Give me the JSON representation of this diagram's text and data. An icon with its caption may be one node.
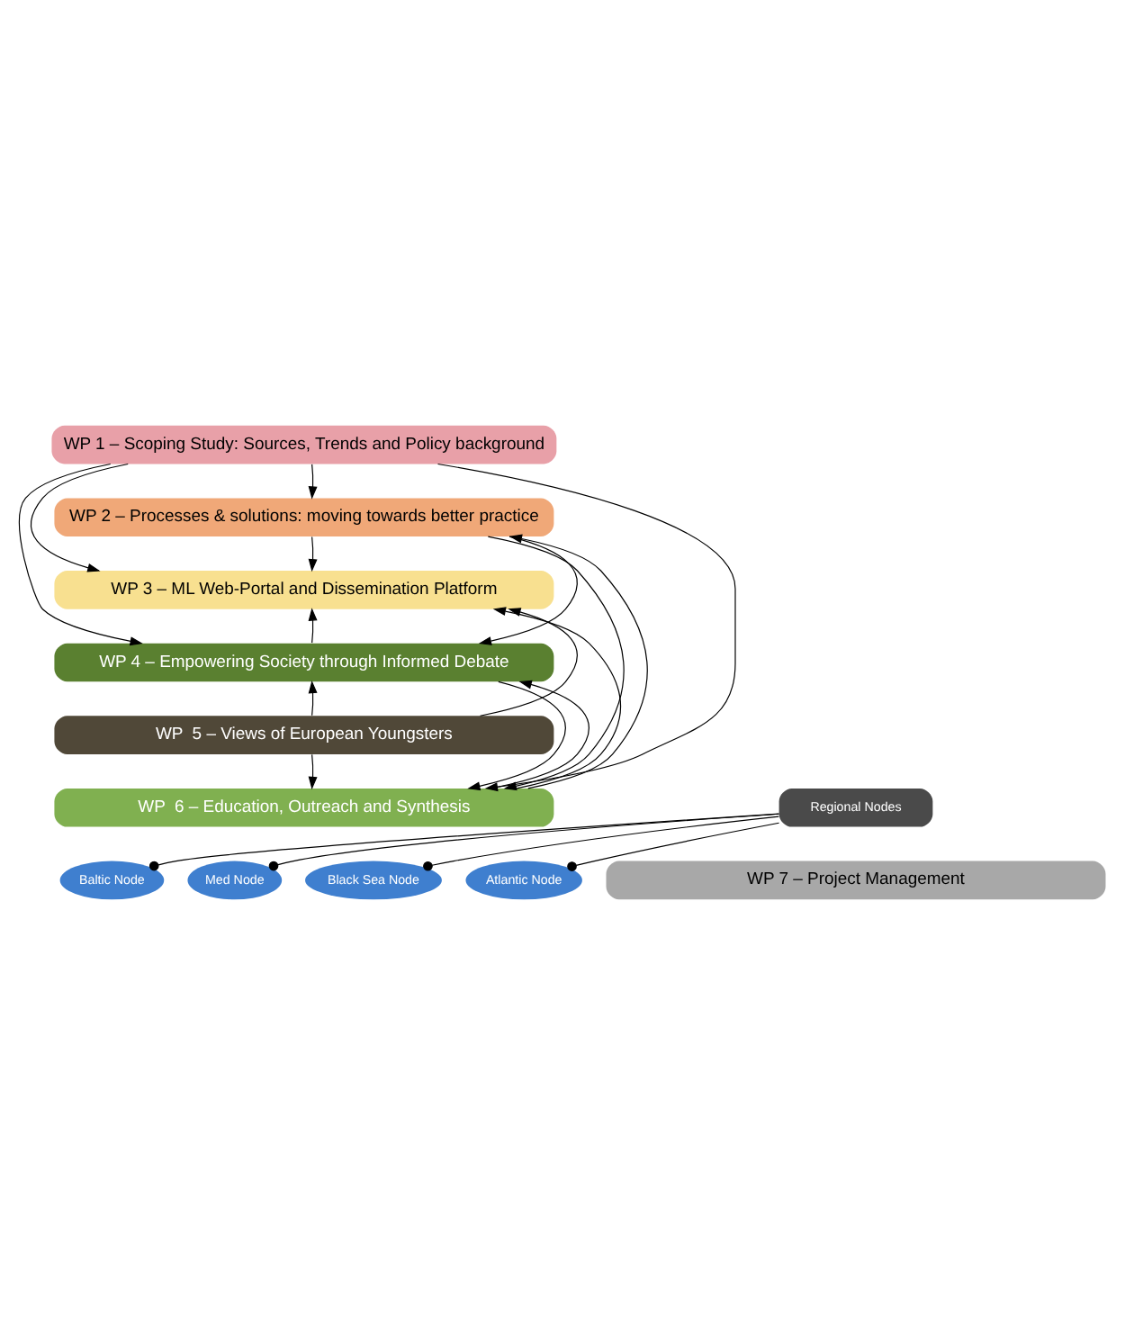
{
  "diagram": {
    "nodes": [
      {
        "text": [
          "WP 1 – Scoping Study: Sources, Trends and Policy background"
        ]
      },
      {
        "text": [
          "WP 2 – Processes & solutions: moving towards better practice"
        ]
      },
      {
        "text": [
          "WP 3 – ML Web-Portal and Dissemination Platform"
        ]
      },
      {
        "text": [
          "WP 4 – Empowering Society through Informed Debate"
        ]
      },
      {
        "text": [
          "WP  5 – Views of European Youngsters"
        ]
      },
      {
        "text": [
          "WP  6 – Education, Outreach and Synthesis"
        ]
      },
      {
        "text": [
          "Atlantic Node"
        ]
      },
      {
        "text": [
          "Baltic Node"
        ]
      },
      {
        "text": [
          "Med Node"
        ]
      },
      {
        "text": [
          "Black Sea Node"
        ]
      },
      {
        "text": [
          "Regional Nodes"
        ]
      },
      {
        "text": [
          "WP 7 – Project Management"
        ]
      }
    ],
    "edges": [
      {
        "from": 0,
        "to": 1,
        "arrow": "to"
      },
      {
        "from": 0,
        "to": 2,
        "arrow": "to"
      },
      {
        "from": 0,
        "to": 3,
        "arrow": "to"
      },
      {
        "from": 0,
        "to": 5,
        "arrow": "to"
      },
      {
        "from": 1,
        "to": 2,
        "arrow": "to"
      },
      {
        "from": 1,
        "to": 3,
        "arrow": "to"
      },
      {
        "from": 1,
        "to": 5,
        "arrow": "to"
      },
      {
        "from": 3,
        "to": 5,
        "arrow": "to"
      },
      {
        "from": 4,
        "to": 5,
        "arrow": "to"
      },
      {
        "from": 5,
        "to": 3,
        "arrow": "to"
      },
      {
        "from": 3,
        "to": 2,
        "arrow": "to"
      },
      {
        "from": 4,
        "to": 2,
        "arrow": "to"
      },
      {
        "from": 4,
        "to": 3,
        "arrow": "to"
      },
      {
        "from": 5,
        "to": 2,
        "arrow": "to"
      },
      {
        "from": 5,
        "to": 1,
        "arrow": "to"
      },
      {
        "from": 6,
        "to": 10,
        "arrow": "other"
      },
      {
        "from": 7,
        "to": 10,
        "arrow": "other"
      },
      {
        "from": 8,
        "to": 10,
        "arrow": "other"
      },
      {
        "from": 9,
        "to": 10,
        "arrow": "other"
      }
    ]
  }
}
